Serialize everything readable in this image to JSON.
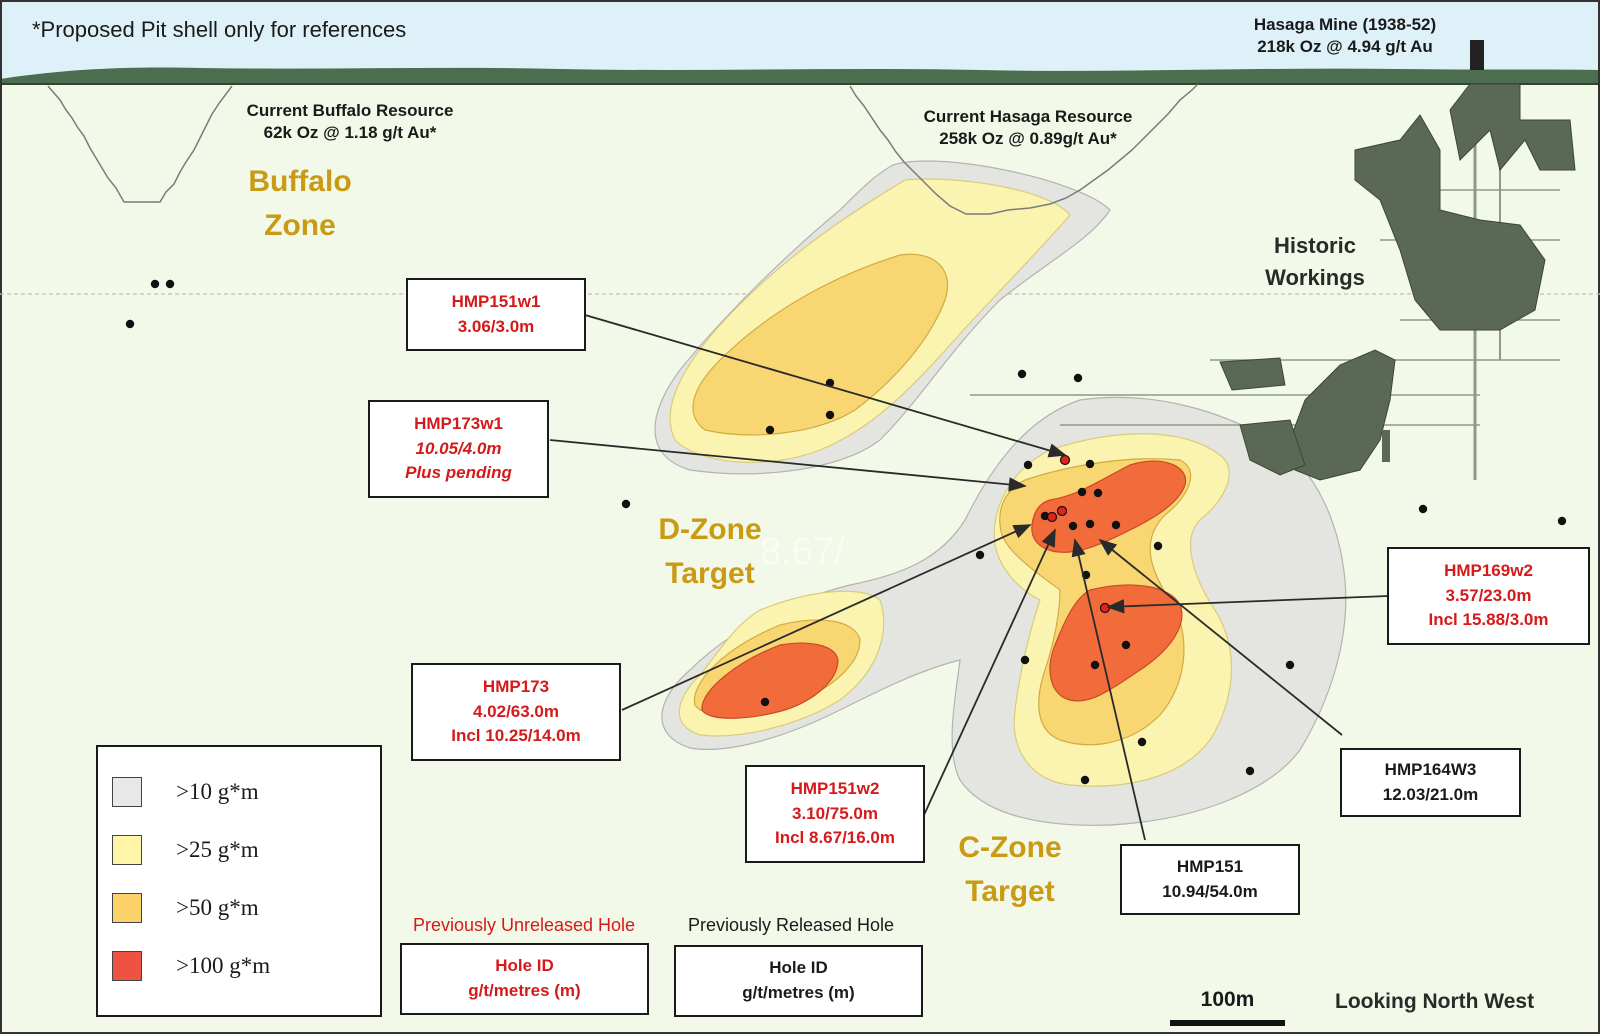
{
  "note": "*Proposed Pit shell only for references",
  "hasaga_mine": {
    "title": "Hasaga Mine (1938-52)",
    "resource": "218k Oz @ 4.94 g/t Au"
  },
  "buffalo_resource": {
    "title": "Current Buffalo  Resource",
    "resource": "62k Oz @ 1.18 g/t Au*"
  },
  "hasaga_resource": {
    "title": "Current Hasaga Resource",
    "resource": "258k Oz @ 0.89g/t Au*"
  },
  "zones": {
    "buffalo": [
      "Buffalo",
      "Zone"
    ],
    "d_zone": [
      "D-Zone",
      "Target"
    ],
    "c_zone": [
      "C-Zone",
      "Target"
    ]
  },
  "historic_workings": [
    "Historic",
    "Workings"
  ],
  "watermark": "8.67/",
  "callouts": [
    {
      "id": "hmp151w1",
      "lines": [
        "HMP151w1",
        "3.06/3.0m"
      ],
      "status": "unreleased"
    },
    {
      "id": "hmp173w1",
      "lines": [
        "HMP173w1",
        "10.05/4.0m",
        "Plus pending"
      ],
      "status": "unreleased"
    },
    {
      "id": "hmp173",
      "lines": [
        "HMP173",
        "4.02/63.0m",
        "Incl 10.25/14.0m"
      ],
      "status": "unreleased"
    },
    {
      "id": "hmp151w2",
      "lines": [
        "HMP151w2",
        "3.10/75.0m",
        "Incl 8.67/16.0m"
      ],
      "status": "unreleased"
    },
    {
      "id": "hmp169w2",
      "lines": [
        "HMP169w2",
        "3.57/23.0m",
        "Incl 15.88/3.0m"
      ],
      "status": "unreleased"
    },
    {
      "id": "hmp164w3",
      "lines": [
        "HMP164W3",
        "12.03/21.0m"
      ],
      "status": "released"
    },
    {
      "id": "hmp151",
      "lines": [
        "HMP151",
        "10.94/54.0m"
      ],
      "status": "released"
    }
  ],
  "legend": [
    {
      "label": ">10 g*m",
      "color": "#e8e8e8"
    },
    {
      "label": ">25 g*m",
      "color": "#fff5a8"
    },
    {
      "label": ">50 g*m",
      "color": "#fbd16a"
    },
    {
      "label": ">100 g*m",
      "color": "#f05242"
    }
  ],
  "key": {
    "unreleased": {
      "caption": "Previously Unreleased Hole",
      "line1": "Hole ID",
      "line2": "g/t/metres (m)",
      "color": "#d41a1a"
    },
    "released": {
      "caption": "Previously Released Hole",
      "line1": "Hole ID",
      "line2": "g/t/metres (m)",
      "color": "#1a1a1a"
    }
  },
  "scale_bar": {
    "label": "100m"
  },
  "view_direction": "Looking North West",
  "colors": {
    "background": "#f3f9e8",
    "sky": "#dff1f8",
    "surface": "#4c6e4e",
    "contour_10": "#e4e4e1",
    "contour_25": "#fbf3b0",
    "contour_50": "#f8d772",
    "contour_100": "#f26b3b",
    "workings": "#5a6854",
    "zone_text": "#c99a14"
  }
}
